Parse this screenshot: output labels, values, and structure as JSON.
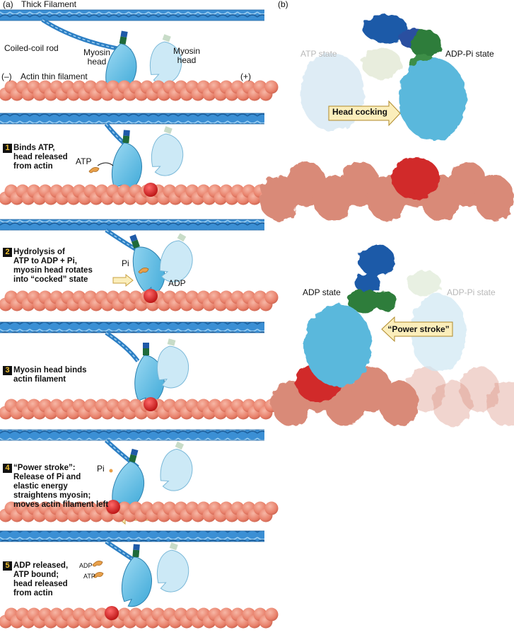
{
  "panel_a": {
    "label": "(a)",
    "thick_filament": "Thick Filament",
    "coiled_coil_rod": "Coiled-coil rod",
    "myosin_head_1": "Myosin\nhead",
    "myosin_head_2": "Myosin\nhead",
    "minus_end": "(–)",
    "actin_thin_filament": "Actin thin filament",
    "plus_end": "(+)",
    "steps": [
      {
        "num": "1",
        "lines": [
          "Binds ATP,",
          "head released",
          "from actin"
        ]
      },
      {
        "num": "2",
        "lines": [
          "Hydrolysis of",
          "ATP to ADP + Pi,",
          "myosin head rotates",
          "into “cocked” state"
        ]
      },
      {
        "num": "3",
        "lines": [
          "Myosin head binds",
          "actin filament"
        ]
      },
      {
        "num": "4",
        "lines": [
          "“Power stroke”:",
          "Release of Pi and",
          "elastic energy",
          "straightens myosin;",
          "moves actin filament left"
        ]
      },
      {
        "num": "5",
        "lines": [
          "ADP released,",
          "ATP bound;",
          "head released",
          "from actin"
        ]
      }
    ],
    "step1_atp": "ATP",
    "step2_pi": "Pi",
    "step2_adp": "ADP",
    "step4_pi": "Pi",
    "step5_adp": "ADP",
    "step5_atp": "ATP"
  },
  "panel_b": {
    "label": "(b)",
    "atp_state": "ATP state",
    "adp_pi_state_top": "ADP-Pi state",
    "head_cocking": "Head cocking",
    "adp_state": "ADP state",
    "adp_pi_state_bottom": "ADP-Pi state",
    "power_stroke": "“Power stroke”"
  },
  "colors": {
    "thick_filament": "#3b8fd4",
    "actin": "#e8806a",
    "actin_dark": "#c9604c",
    "myosin_head": "#5cc0e8",
    "myosin_head_light": "#cce9f6",
    "binding_site": "#d81e1e",
    "atp": "#e8a04a",
    "arrow_fill": "#fbeebb",
    "structure_blue": "#1f5aa8",
    "structure_green": "#2e7d3a",
    "structure_cyan": "#5ab8dc",
    "structure_salmon": "#d98a78",
    "structure_red": "#d12a2a"
  }
}
